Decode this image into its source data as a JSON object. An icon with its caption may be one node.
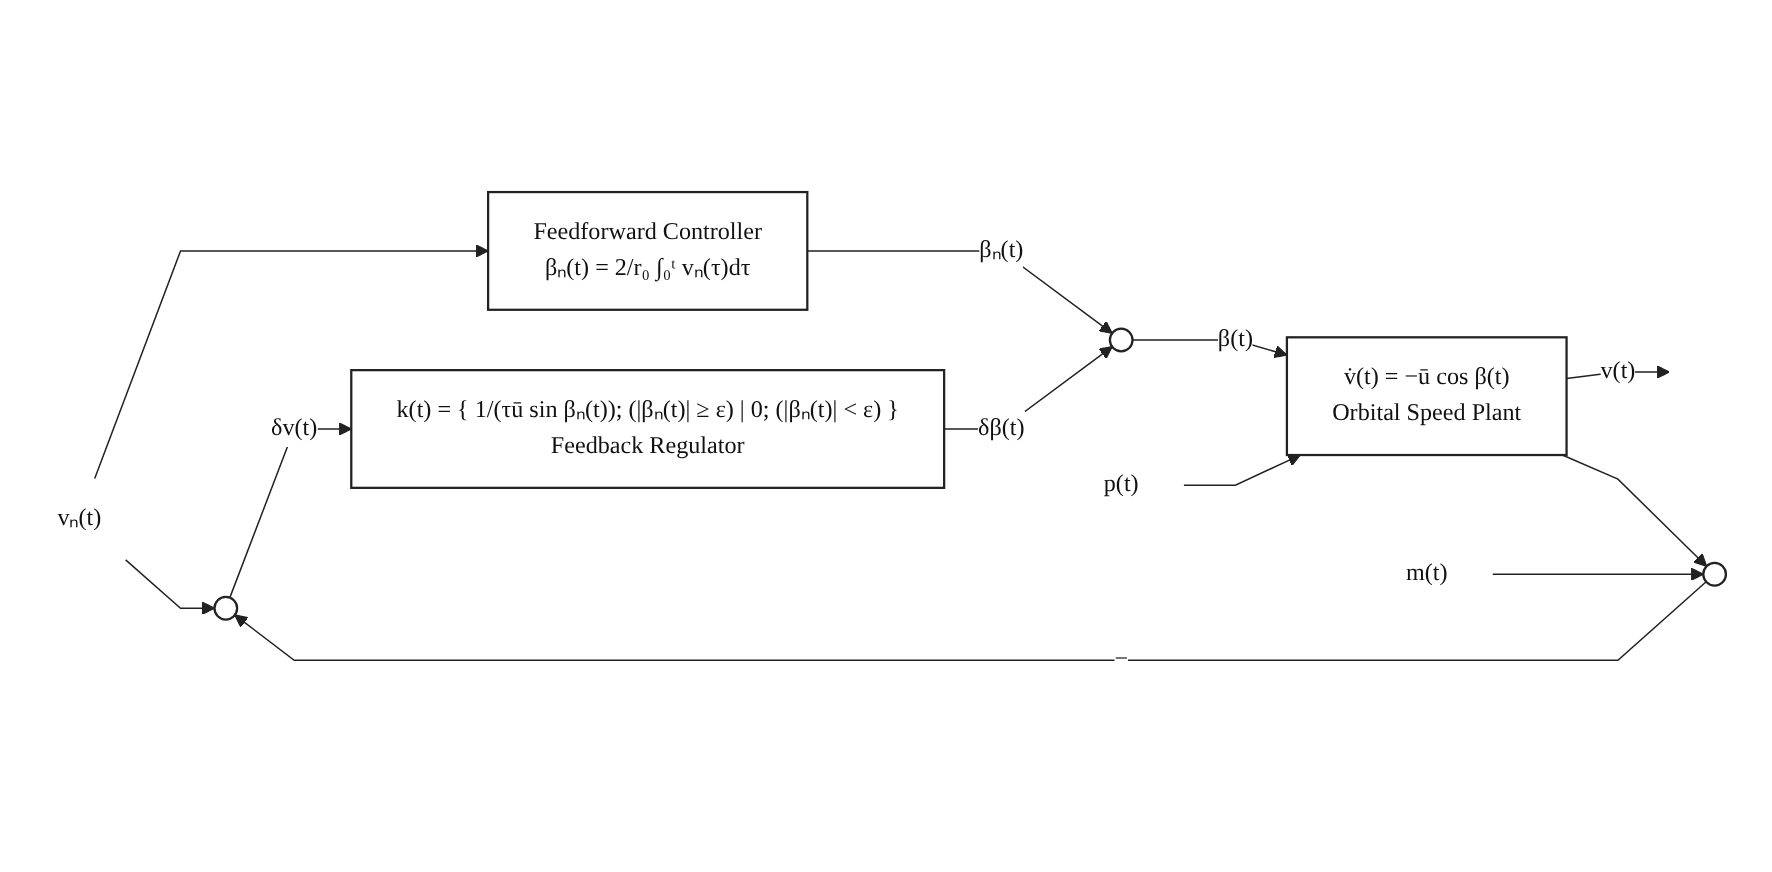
{
  "diagram": {
    "nodes": [
      {
        "text": [
          "vₙ(t)"
        ]
      },
      {
        "text": [],
        "shape": "circle"
      },
      {
        "text": [
          "Feedforward Controller",
          "βₙ(t) = 2/r₀ ∫₀ᵗ vₙ(τ)dτ"
        ]
      },
      {
        "text": [
          "k(t) = { 1/(τū sin βₙ(t)); (|βₙ(t)| ≥ ε)  |  0; (|βₙ(t)| < ε) }",
          "Feedback Regulator"
        ]
      },
      {
        "text": [],
        "shape": "circle"
      },
      {
        "text": [
          "v̇(t) = −ū cos β(t)",
          "Orbital Speed Plant"
        ]
      },
      {
        "text": [
          "p(t)"
        ]
      },
      {
        "text": [],
        "shape": "circle"
      },
      {
        "text": [
          "m(t)"
        ]
      }
    ],
    "edges": [
      {
        "from": 0,
        "to": 1,
        "arrow": "to"
      },
      {
        "from": 0,
        "to": 2,
        "arrow": "to"
      },
      {
        "from": 1,
        "to": 3,
        "arrow": "to",
        "label": "δv(t)"
      },
      {
        "from": 2,
        "to": 4,
        "arrow": "to",
        "label": "βₙ(t)"
      },
      {
        "from": 3,
        "to": 4,
        "arrow": "to",
        "label": "δβ(t)"
      },
      {
        "from": 4,
        "to": 5,
        "arrow": "to",
        "label": "β(t)"
      },
      {
        "from": 6,
        "to": 5,
        "arrow": "to"
      },
      {
        "from": 5,
        "to": null,
        "arrow": "to",
        "label": "v(t)"
      },
      {
        "from": 5,
        "to": 7,
        "arrow": "to"
      },
      {
        "from": 8,
        "to": 7,
        "arrow": "to"
      },
      {
        "from": 7,
        "to": 1,
        "arrow": "to",
        "label": "−"
      }
    ]
  }
}
